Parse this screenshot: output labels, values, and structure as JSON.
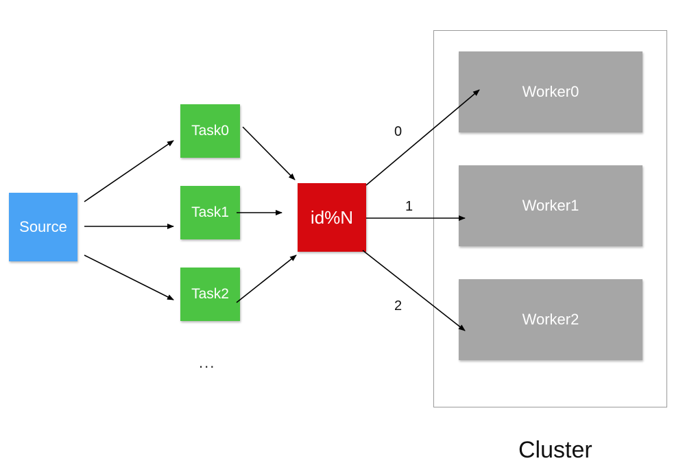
{
  "nodes": {
    "source": "Source",
    "tasks": [
      "Task0",
      "Task1",
      "Task2"
    ],
    "hash": "id%N",
    "workers": [
      "Worker0",
      "Worker1",
      "Worker2"
    ]
  },
  "edge_labels": [
    "0",
    "1",
    "2"
  ],
  "ellipsis": "...",
  "cluster_label": "Cluster",
  "colors": {
    "source": "#4aa3f5",
    "task": "#4cc443",
    "hash": "#d6090f",
    "worker": "#a6a6a6",
    "arrow": "#000000"
  }
}
